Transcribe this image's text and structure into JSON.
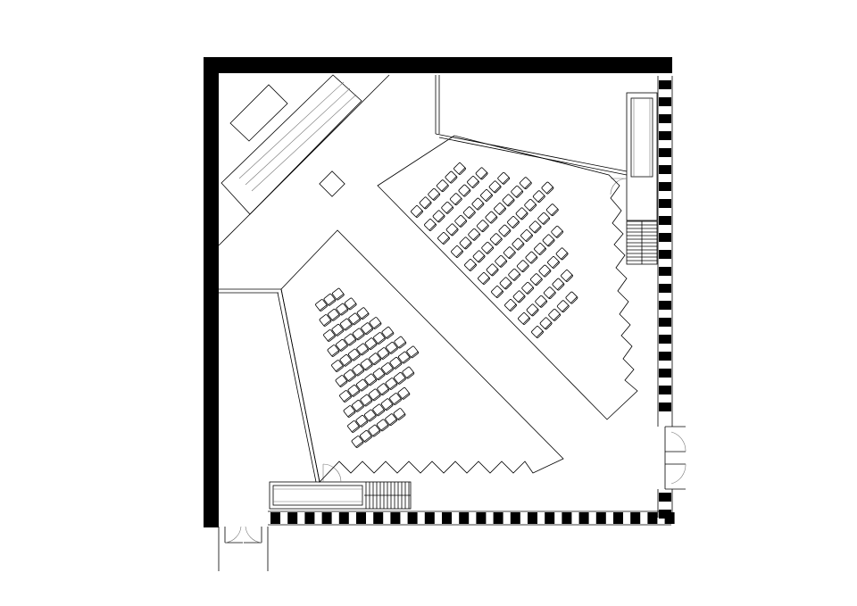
{
  "drawing": {
    "kind": "floor-plan",
    "labels": [],
    "seating": {
      "upper_block_rows": [
        6,
        7,
        8,
        9,
        10,
        9,
        8,
        7,
        6,
        5
      ],
      "lower_block_rows": [
        3,
        4,
        5,
        6,
        7,
        8,
        9,
        8,
        7,
        6
      ]
    },
    "colors": {
      "line": "#000000",
      "background": "#ffffff",
      "wall": "#000000"
    }
  }
}
